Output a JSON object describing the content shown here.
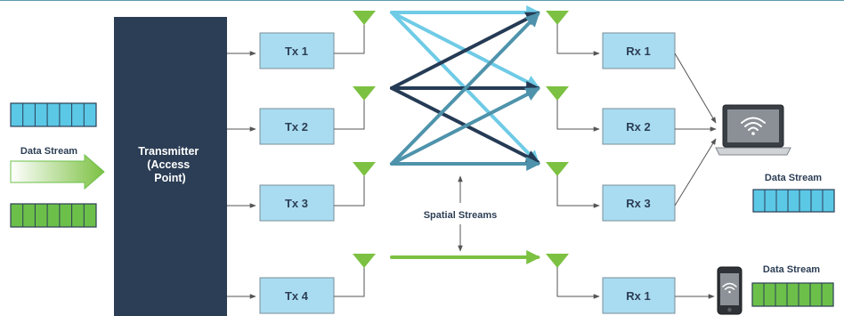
{
  "input": {
    "label": "Data Stream",
    "stream_colors": [
      "#5bc8e6",
      "#6cc04a"
    ],
    "cells_per_stream": 7
  },
  "transmitter": {
    "lines": [
      "Transmitter",
      "(Access",
      "Point)"
    ],
    "color": "#2c3e55"
  },
  "tx_boxes": [
    "Tx 1",
    "Tx 2",
    "Tx 3",
    "Tx 4"
  ],
  "rx_boxes": [
    "Rx 1",
    "Rx 2",
    "Rx 3",
    "Rx 1"
  ],
  "spatial_streams_label": "Spatial Streams",
  "outputs": {
    "laptop": {
      "label": "Data Stream",
      "color": "#5bc8e6",
      "cells": 7
    },
    "phone": {
      "label": "Data Stream",
      "color": "#6cc04a",
      "cells": 7
    }
  },
  "colors": {
    "box_fill": "#a9dcf0",
    "box_stroke": "#7a8e98",
    "antenna": "#7cc142",
    "stream_light": "#6fcbe6",
    "stream_mid": "#4e93ab",
    "stream_dark": "#253b55",
    "stream_green": "#7cc142",
    "connector": "#555555"
  },
  "icons": [
    "antenna-icon",
    "laptop-icon",
    "phone-icon",
    "wifi-icon"
  ]
}
